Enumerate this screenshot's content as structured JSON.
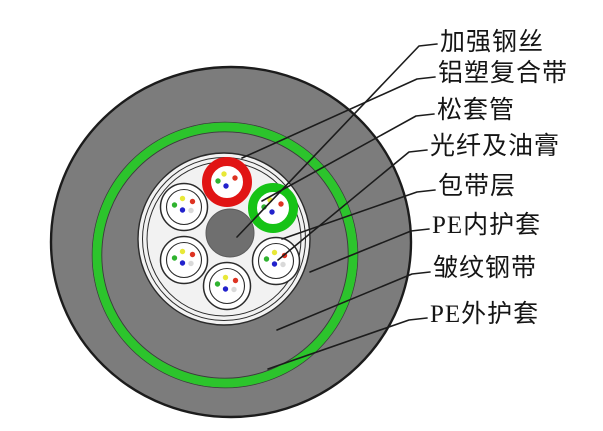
{
  "diagram": {
    "type": "fiber-optic-cable-cross-section",
    "labels": [
      {
        "id": "strength-wire",
        "text": "加强钢丝"
      },
      {
        "id": "al-plastic-composite-tape",
        "text": "铝塑复合带"
      },
      {
        "id": "loose-tube",
        "text": "松套管"
      },
      {
        "id": "fiber-and-gel",
        "text": "光纤及油膏"
      },
      {
        "id": "wrapping-layer",
        "text": "包带层"
      },
      {
        "id": "pe-inner-sheath",
        "text": "PE内护套"
      },
      {
        "id": "corrugated-steel-tape",
        "text": "皱纹钢带"
      },
      {
        "id": "pe-outer-sheath",
        "text": "PE外护套"
      }
    ],
    "colors": {
      "sheath-gray": "#7c7c7c",
      "strength-gray": "#6f6f6f",
      "bundle-fill": "#f2f2f2",
      "armor-green": "#2cc42c",
      "highlight-red": "#e11414",
      "highlight-green": "#16c316",
      "fiber-yellow": "#e8e838",
      "fiber-red": "#dd3322",
      "fiber-green": "#2fb32f",
      "fiber-blue": "#2222cc",
      "fiber-gray": "#d9d9d9",
      "line-black": "#1c1c1c"
    }
  }
}
